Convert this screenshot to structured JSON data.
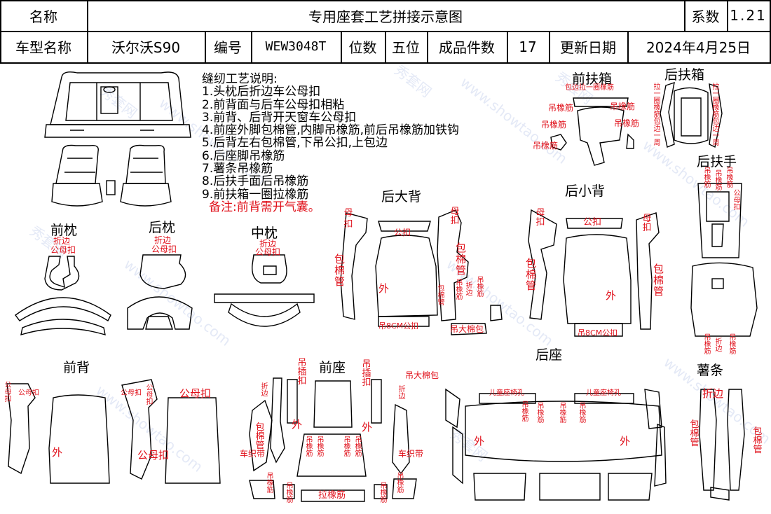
{
  "header": {
    "name_label": "名称",
    "title": "专用座套工艺拼接示意图",
    "factor_label": "系数",
    "factor_value": "1.21",
    "model_label": "车型名称",
    "model_value": "沃尔沃S90",
    "code_label": "编号",
    "code_value": "WEW3048T",
    "seats_label": "位数",
    "seats_value": "五位",
    "pieces_label": "成品件数",
    "pieces_value": "17",
    "date_label": "更新日期",
    "date_value": "2024年4月25日"
  },
  "notes": {
    "heading": "缝纫工艺说明:",
    "items": [
      "1.头枕后折边车公母扣",
      "2.前背面与后车公母扣相粘",
      "3.前背、后背开天窗车公母扣",
      "4.前座外脚包棉管,内脚吊橡筋,前后吊橡筋加铁钩",
      "5.后背左右包棉管,下吊公扣,上包边",
      "6.后座脚吊橡筋",
      "7.薯条吊橡筋",
      "8.后扶手面后吊橡筋",
      "9.前扶箱一圈拉橡筋"
    ],
    "remark": "备注:前背需开气囊。"
  },
  "sections": {
    "front_headrest": "前枕",
    "rear_headrest": "后枕",
    "middle_headrest": "中枕",
    "rear_backrest": "后大背",
    "rear_small_back": "后小背",
    "front_armbox": "前扶箱",
    "rear_armbox": "后扶箱",
    "rear_armrest": "后扶手",
    "front_back": "前背",
    "front_seat": "前座",
    "rear_seat": "后座",
    "fries": "薯条"
  },
  "annotations": {
    "fold_edge": "折边",
    "snap_fastener": "公母扣",
    "male_snap": "公扣",
    "female": "母",
    "snap": "扣",
    "female_snap_short": "母扣",
    "elastic": "吊橡筋",
    "cotton_pipe": "包棉管",
    "outer": "外",
    "bottom_8cm_snap": "吊8CM公扣",
    "big_cotton_wrap": "吊大棉包",
    "pull_elastic_loop": "包边拉一圈橡筋",
    "child_seat_hook": "儿童座椅孔",
    "webbing": "车织带",
    "hang_insert": "吊插扣",
    "pull_elastic": "拉橡筋",
    "rear_box_edge": "拉一圈橡筋包边一周"
  },
  "watermarks": [
    "秀套网",
    "www.showtao.com"
  ]
}
